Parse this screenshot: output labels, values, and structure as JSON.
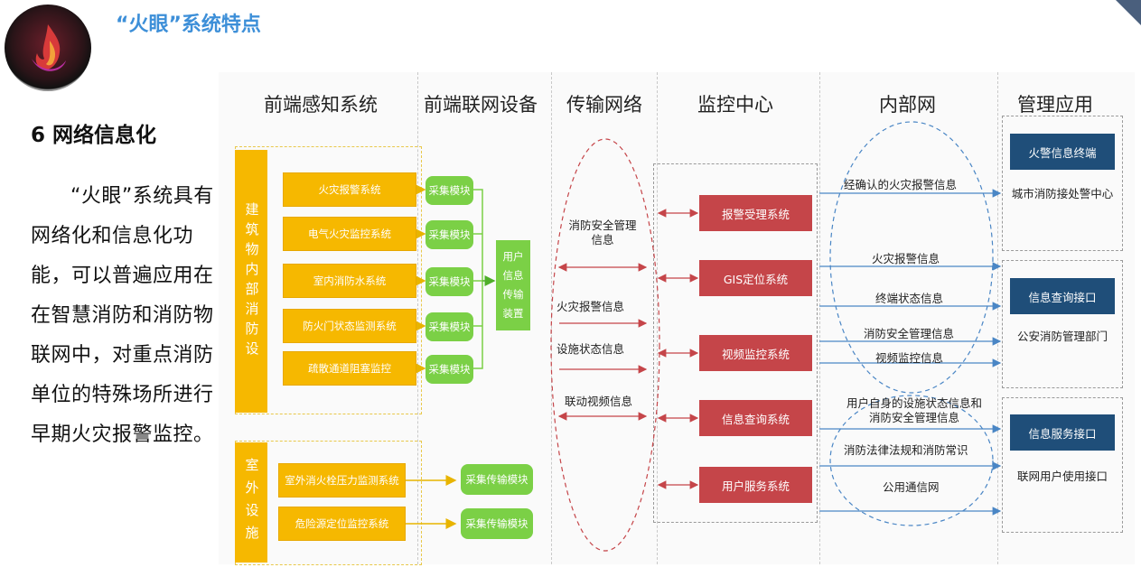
{
  "header": {
    "title": "“火眼”系统特点"
  },
  "section": {
    "title": "6 网络信息化",
    "body": "“火眼”系统具有网络化和信息化功能，可以普遍应用在在智慧消防和消防物联网中，对重点消防单位的特殊场所进行早期火灾报警监控。"
  },
  "diagram": {
    "columns": [
      "前端感知系统",
      "前端联网设备",
      "传输网络",
      "监控中心",
      "内部网",
      "管理应用"
    ],
    "building": {
      "label": "建筑物内部消防设",
      "systems": [
        "火灾报警系统",
        "电气火灾监控系统",
        "室内消防水系统",
        "防火门状态监测系统",
        "疏散通道阻塞监控"
      ],
      "collectors": [
        "采集模块",
        "采集模块",
        "采集模块",
        "采集模块",
        "采集模块"
      ],
      "device": "用户信息传输装置"
    },
    "outdoor": {
      "label": "室外设施",
      "systems": [
        "室外消火栓压力监测系统",
        "危险源定位监控系统"
      ],
      "collectors": [
        "采集传输模块",
        "采集传输模块"
      ]
    },
    "transport_labels": [
      "消防安全管理信息",
      "火灾报警信息",
      "设施状态信息",
      "联动视频信息"
    ],
    "center_systems": [
      "报警受理系统",
      "GIS定位系统",
      "视频监控系统",
      "信息查询系统",
      "用户服务系统"
    ],
    "intranet_labels": [
      "经确认的火灾报警信息",
      "火灾报警信息",
      "终端状态信息",
      "消防安全管理信息",
      "视频监控信息",
      "用户自身的设施状态信息和消防安全管理信息",
      "消防法律法规和消防常识",
      "公用通信网"
    ],
    "apps": [
      {
        "name": "火警信息终端",
        "desc": "城市消防接处警中心"
      },
      {
        "name": "信息查询接口",
        "desc": "公安消防管理部门"
      },
      {
        "name": "信息服务接口",
        "desc": "联网用户使用接口"
      }
    ],
    "colors": {
      "yellow": "#f6b800",
      "green": "#7bd046",
      "red": "#c54549",
      "navy": "#1f4e79",
      "title_blue": "#3d8fd8"
    }
  }
}
